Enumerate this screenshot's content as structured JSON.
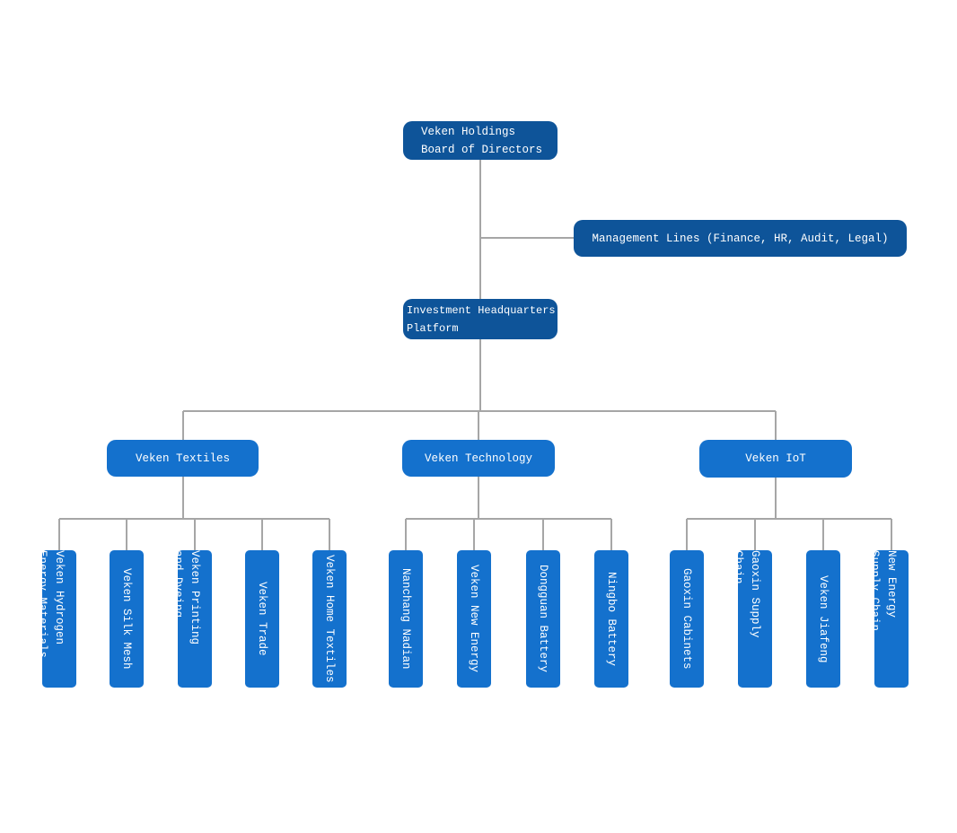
{
  "org": {
    "root": "Veken Holdings\nBoard of Directors",
    "management": "Management Lines (Finance, HR, Audit, Legal)",
    "platform": "Investment Headquarters\nPlatform",
    "groups": [
      {
        "label": "Veken Textiles",
        "children": [
          "Veken Hydrogen\nEnergy Materials",
          "Veken Silk Mesh",
          "Veken Printing\nand Dyeing",
          "Veken Trade",
          "Veken Home Textiles"
        ]
      },
      {
        "label": "Veken Technology",
        "children": [
          "Nanchang Nadian",
          "Veken New Energy",
          "Dongguan Battery",
          "Ningbo Battery"
        ]
      },
      {
        "label": "Veken IoT",
        "children": [
          "Gaoxin Cabinets",
          "Gaoxin Supply\nChain",
          "Veken Jiafeng",
          "New Energy\nSupply Chain"
        ]
      }
    ],
    "colors": {
      "primary_dark": "#0E5499",
      "primary_light": "#1471CD",
      "connector": "#A6A6A6",
      "text": "#FFFFFF"
    }
  }
}
